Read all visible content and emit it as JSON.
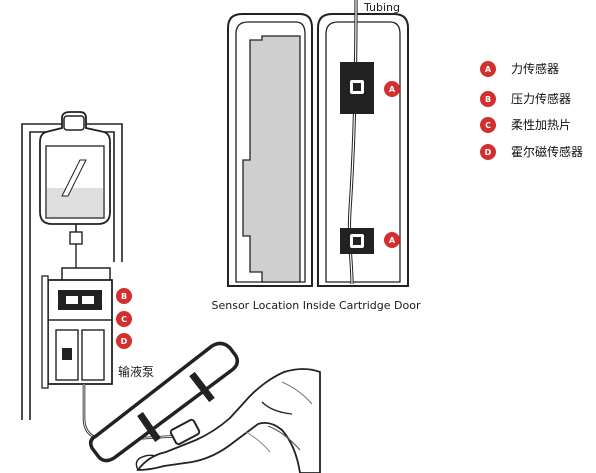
{
  "title_tubing": "Tubing",
  "caption": "Sensor Location Inside Cartridge Door",
  "pump_label": "输液泵",
  "marker_color": "#d32f2f",
  "legend": [
    {
      "letter": "A",
      "text": "力传感器"
    },
    {
      "letter": "B",
      "text": "压力传感器"
    },
    {
      "letter": "C",
      "text": "柔性加热片"
    },
    {
      "letter": "D",
      "text": "霍尔磁传感器"
    }
  ],
  "door_markers": [
    "A",
    "A"
  ],
  "pump_markers": [
    "B",
    "C",
    "D"
  ]
}
